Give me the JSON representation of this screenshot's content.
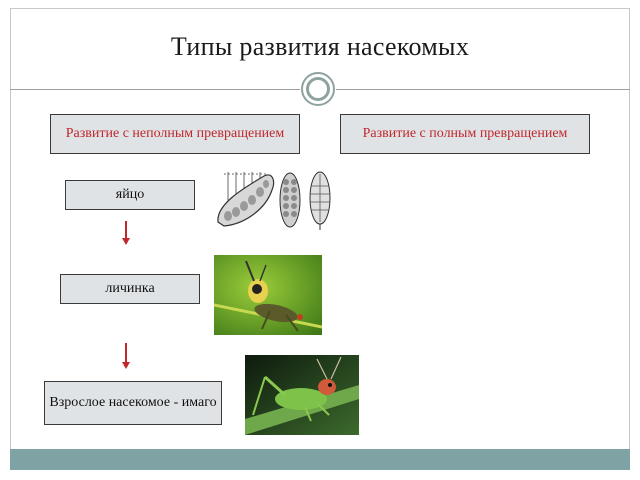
{
  "slide": {
    "title": "Типы развития насекомых",
    "left_header": "Развитие с неполным превращением",
    "right_header": "Развитие с полным превращением",
    "stages": {
      "egg": "яйцо",
      "larva": "личинка",
      "adult": "Взрослое насекомое - имаго"
    }
  },
  "colors": {
    "header_text": "#c0282c",
    "box_fill": "#dfe3e6",
    "footer_bar": "#7fa3a5",
    "arrow": "#c0282c"
  },
  "icons": [
    "egg-illustration",
    "nymph-photo",
    "grasshopper-photo",
    "circle-divider-icon",
    "down-arrow-icon"
  ]
}
